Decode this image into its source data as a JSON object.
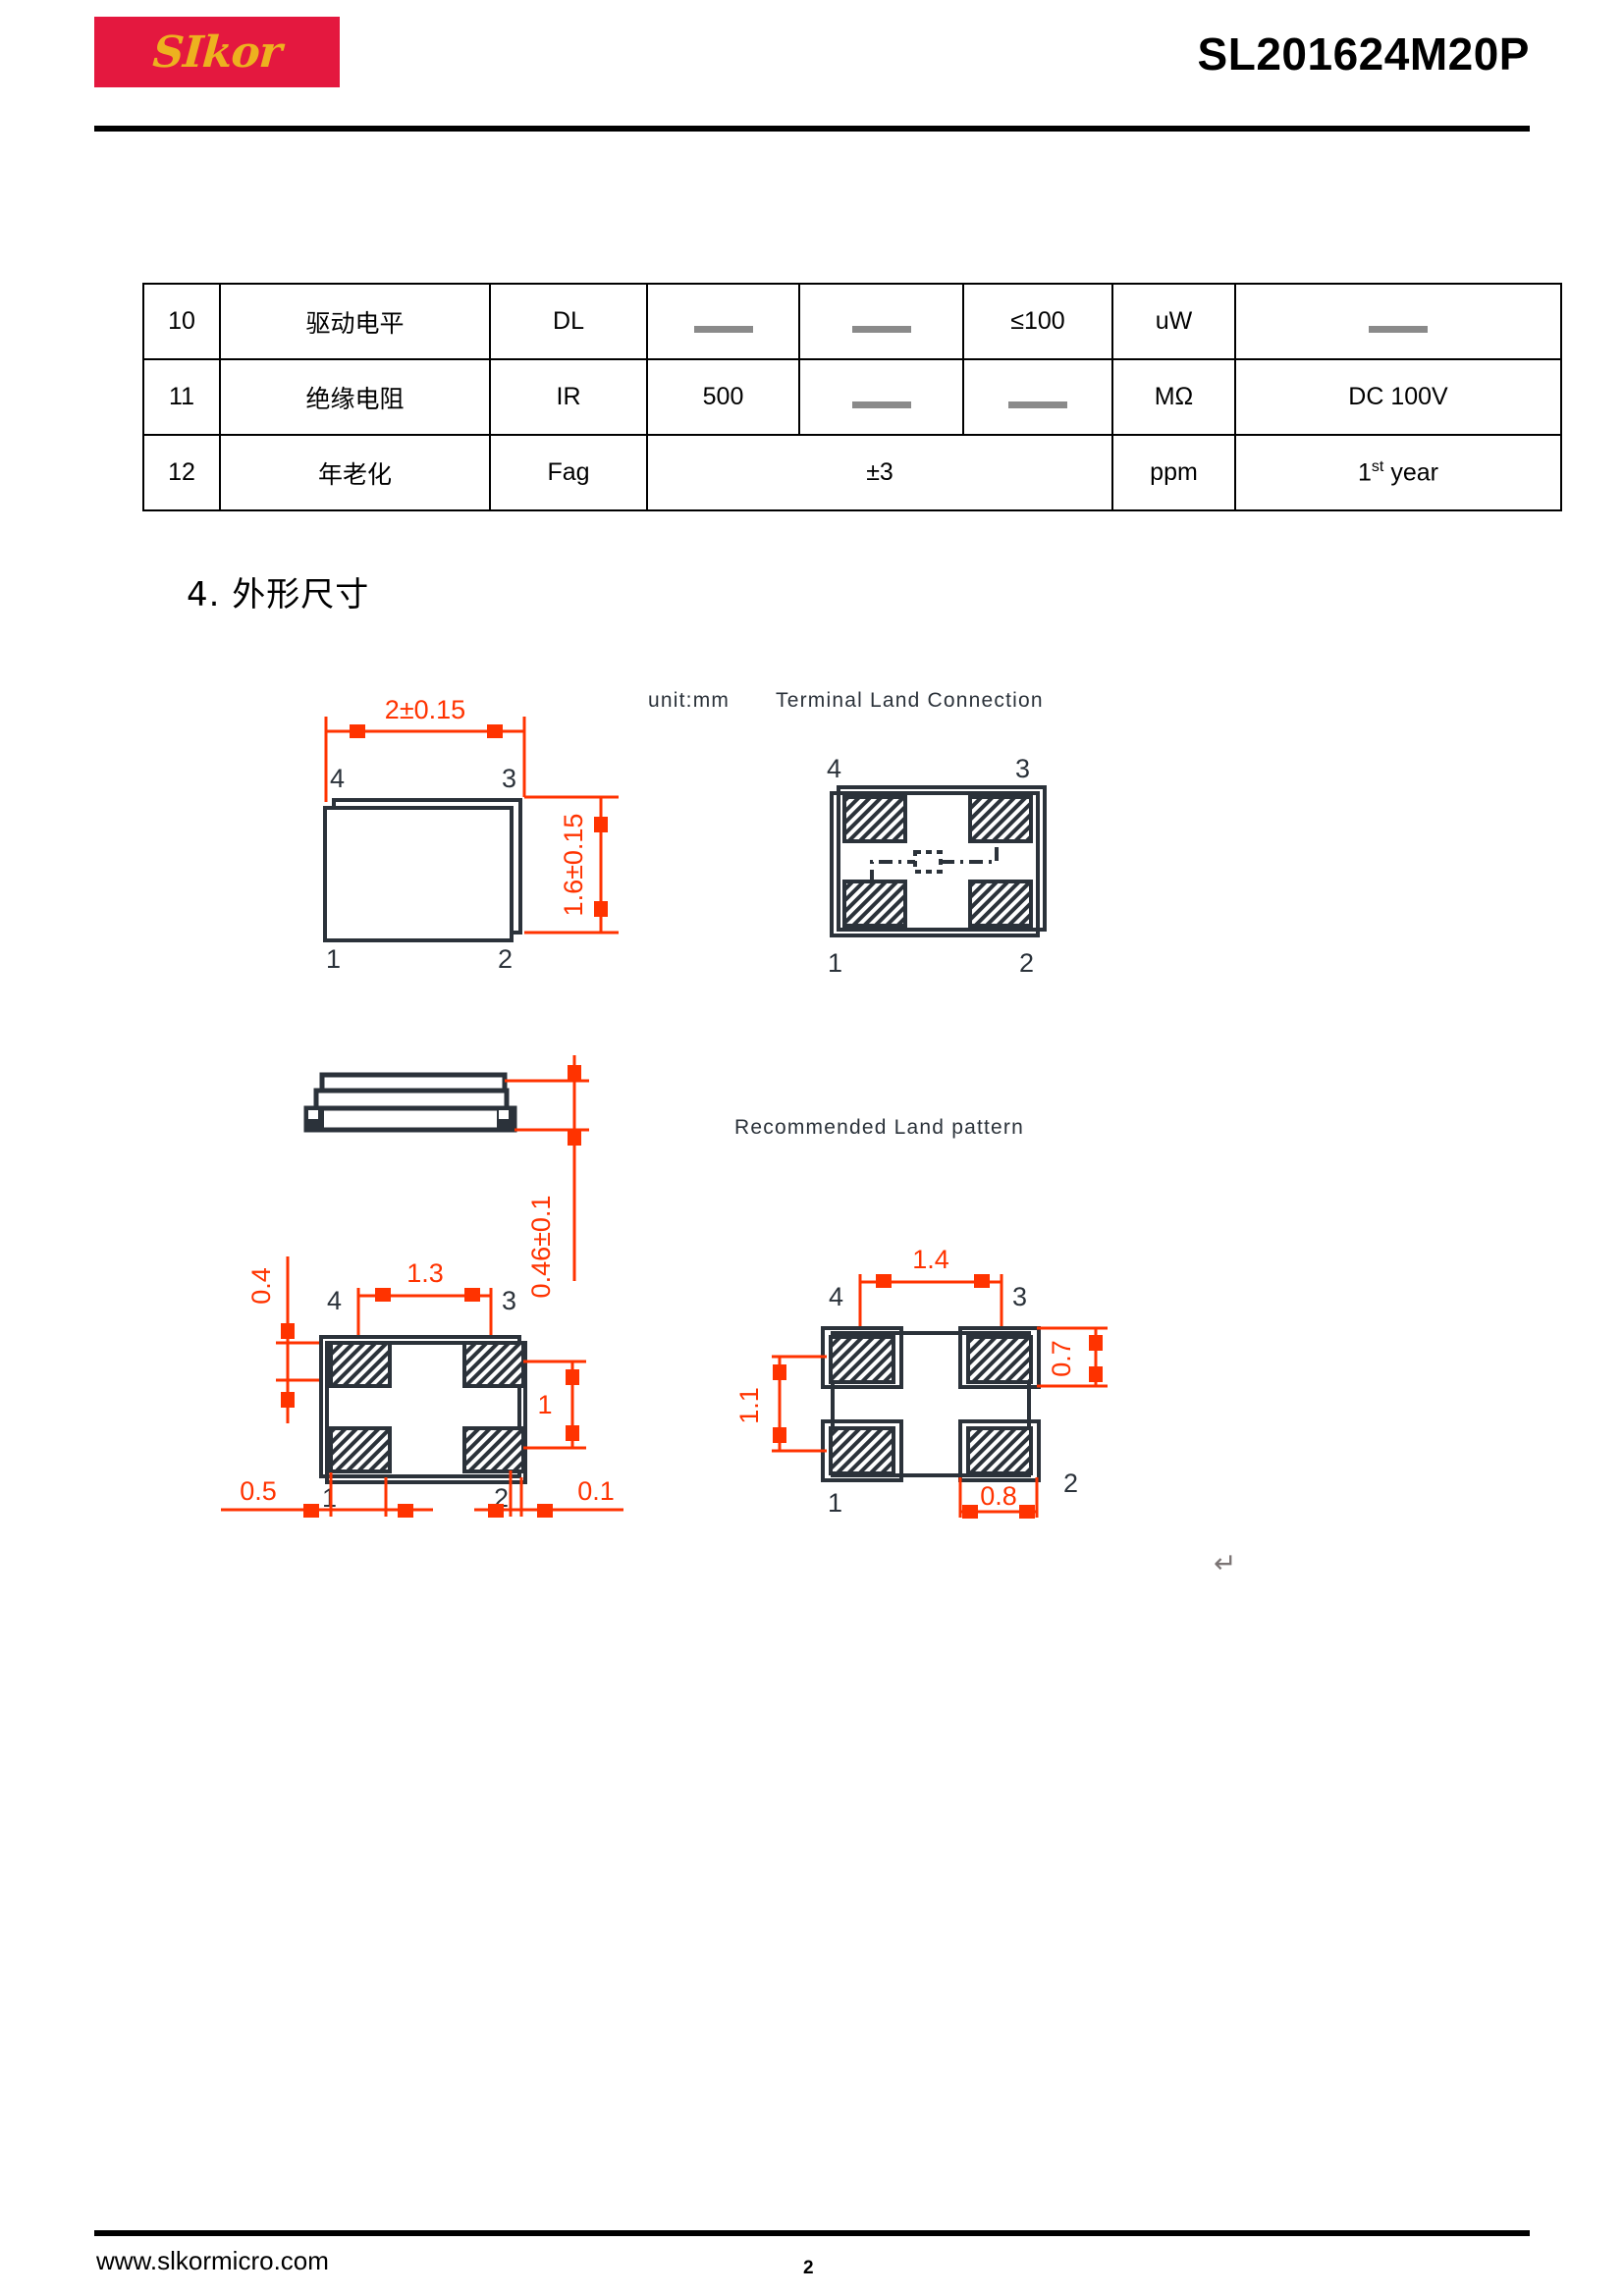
{
  "header": {
    "logo_text": "SIkor",
    "logo_bg_color": "#e4183f",
    "logo_fg_color": "#edb11f",
    "part_number": "SL201624M20P"
  },
  "spec_table": {
    "rows": [
      {
        "no": "10",
        "name": "驱动电平",
        "symbol": "DL",
        "min": "",
        "typ": "",
        "max": "≤100",
        "unit": "uW",
        "condition": ""
      },
      {
        "no": "11",
        "name": "绝缘电阻",
        "symbol": "IR",
        "min": "500",
        "typ": "",
        "max": "",
        "unit": "MΩ",
        "condition": "DC 100V"
      },
      {
        "no": "12",
        "name": "年老化",
        "symbol": "Fag",
        "merged_value": "±3",
        "unit": "ppm",
        "condition_base": "1",
        "condition_sup": "st",
        "condition_tail": " year"
      }
    ]
  },
  "section": {
    "title": "4. 外形尺寸"
  },
  "drawings": {
    "unit_note": "unit:mm",
    "terminal_land_title": "Terminal Land Connection",
    "recommended_land_title": "Recommended Land pattern",
    "dim_color": "#ff3300",
    "outline_color": "#2b323a",
    "top_outline_view": {
      "name": "package-outline-top-view",
      "width_dim": "2±0.15",
      "height_dim": "1.6±0.15",
      "pins": [
        "4",
        "3",
        "1",
        "2"
      ]
    },
    "terminal_land_view": {
      "name": "terminal-land-connection-view",
      "pins": [
        "4",
        "3",
        "1",
        "2"
      ]
    },
    "side_view": {
      "name": "package-side-view",
      "thickness_dim": "0.46±0.1"
    },
    "bottom_view": {
      "name": "package-bottom-pad-view",
      "pad_pitch_x": "1.3",
      "pad_pitch_y": "1",
      "pad_height": "0.4",
      "pad_left_offset": "0.5",
      "pad_right_offset": "0.1",
      "pins": [
        "4",
        "3",
        "1",
        "2"
      ]
    },
    "land_pattern_view": {
      "name": "recommended-land-pattern-view",
      "pitch_x": "1.4",
      "pitch_y": "1.1",
      "pad_height": "0.7",
      "pad_width": "0.8",
      "pins": [
        "4",
        "3",
        "1",
        "2"
      ]
    },
    "paragraph_mark": "↵"
  },
  "footer": {
    "url": "www.slkormicro.com",
    "page_number": "2"
  }
}
